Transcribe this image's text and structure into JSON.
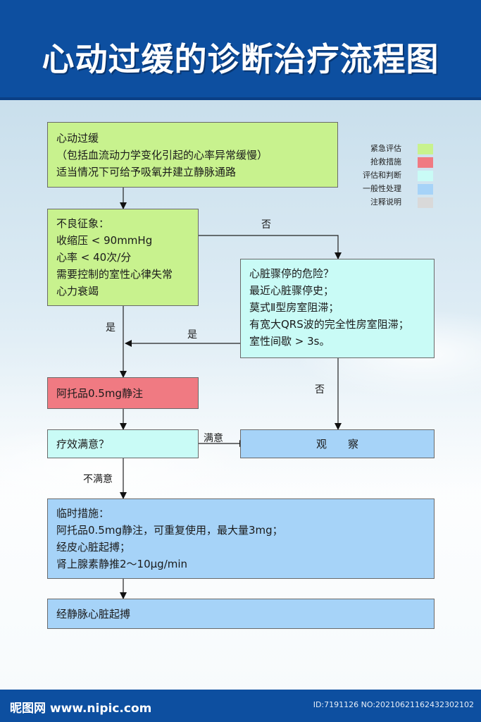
{
  "title": "心动过缓的诊断治疗流程图",
  "legend": [
    {
      "label": "紧急评估",
      "color": "#c8f28e"
    },
    {
      "label": "抢救措施",
      "color": "#f07a82"
    },
    {
      "label": "评估和判断",
      "color": "#c9fbf6"
    },
    {
      "label": "一般性处理",
      "color": "#a6d3f8"
    },
    {
      "label": "注释说明",
      "color": "#d9d9d9"
    }
  ],
  "nodes": {
    "bradycardia": {
      "lines": [
        "心动过缓",
        "（包括血流动力学变化引起的心率异常缓慢）",
        "适当情况下可给予吸氧并建立静脉通路"
      ]
    },
    "adverse_signs": {
      "lines": [
        "不良征象：",
        "收缩压 < 90mmHg",
        "心率 < 40次/分",
        "需要控制的室性心律失常",
        "心力衰竭"
      ]
    },
    "arrest_risk": {
      "lines": [
        "心脏骤停的危险？",
        "最近心脏骤停史；",
        "莫式Ⅱ型房室阻滞；",
        "有宽大QRS波的完全性房室阻滞；",
        "室性间歇 > 3s。"
      ]
    },
    "atropine": {
      "text": "阿托品0.5mg静注"
    },
    "effective": {
      "text": "疗效满意？"
    },
    "observe": {
      "text": "观　　察"
    },
    "temporary": {
      "lines": [
        "临时措施：",
        "阿托品0.5mg静注，可重复使用，最大量3mg；",
        "经皮心脏起搏；",
        "肾上腺素静推2～10μg/min"
      ]
    },
    "iv_pacing": {
      "text": "经静脉心脏起搏"
    }
  },
  "edge_labels": {
    "adverse_no": "否",
    "adverse_yes": "是",
    "risk_yes": "是",
    "risk_no": "否",
    "satisfied": "满意",
    "unsatisfied": "不满意"
  },
  "footer": {
    "logo": "昵图网 www.nipic.com",
    "id_text": "ID:7191126 NO:20210621162432302102"
  }
}
